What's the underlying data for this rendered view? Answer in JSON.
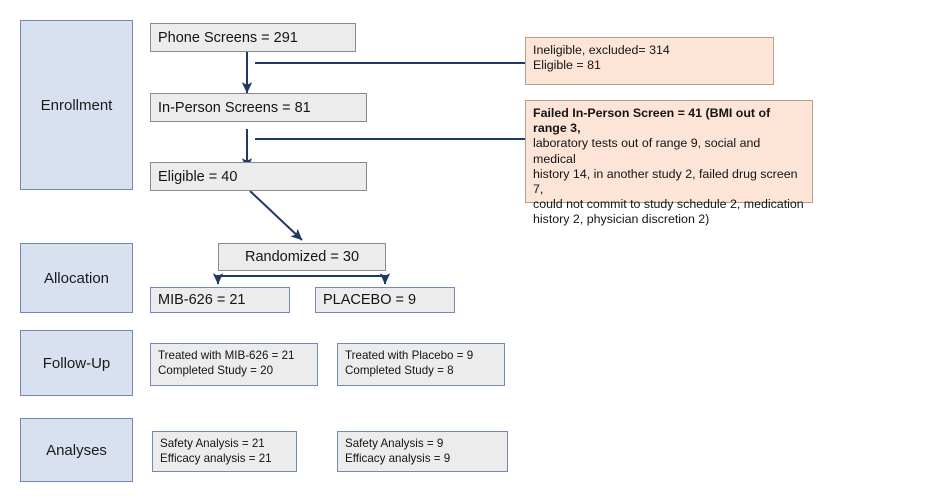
{
  "diagram": {
    "title": "CONSORT participant flow diagram",
    "colors": {
      "stage_fill": "#d9e0f0",
      "stage_border": "#7389b5",
      "flow_fill": "#ececec",
      "flow_border": "#8a8a8a",
      "note_fill": "#fce4d6",
      "note_border": "#b4a194",
      "arrow": "#1f3864"
    }
  },
  "stages": [
    {
      "label": "Enrollment"
    },
    {
      "label": "Allocation"
    },
    {
      "label": "Follow-Up"
    },
    {
      "label": "Analyses"
    }
  ],
  "enrollment": {
    "phone_screens": "Phone Screens = 291",
    "in_person_screens": "In-Person Screens = 81",
    "eligible": "Eligible = 40",
    "exclusion_1": {
      "line1": "Ineligible, excluded= 314",
      "line2": "Eligible = 81"
    },
    "exclusion_2": {
      "line1": "Failed In-Person Screen = 41 (BMI out of range 3,",
      "line2": "laboratory tests out of range 9, social and medical",
      "line3": "history 14, in another study 2, failed drug screen 7,",
      "line4": "could not commit to study schedule 2, medication",
      "line5": "history 2, physician discretion 2)"
    }
  },
  "allocation": {
    "randomized": "Randomized = 30",
    "arm_treatment": "MIB-626 = 21",
    "arm_placebo": "PLACEBO = 9"
  },
  "followup": {
    "treatment": {
      "line1": "Treated with MIB-626 = 21",
      "line2": "Completed Study = 20"
    },
    "placebo": {
      "line1": "Treated with Placebo = 9",
      "line2": "Completed Study = 8"
    }
  },
  "analyses": {
    "treatment": {
      "line1": "Safety Analysis = 21",
      "line2": "Efficacy analysis = 21"
    },
    "placebo": {
      "line1": "Safety Analysis = 9",
      "line2": "Efficacy analysis = 9"
    }
  }
}
